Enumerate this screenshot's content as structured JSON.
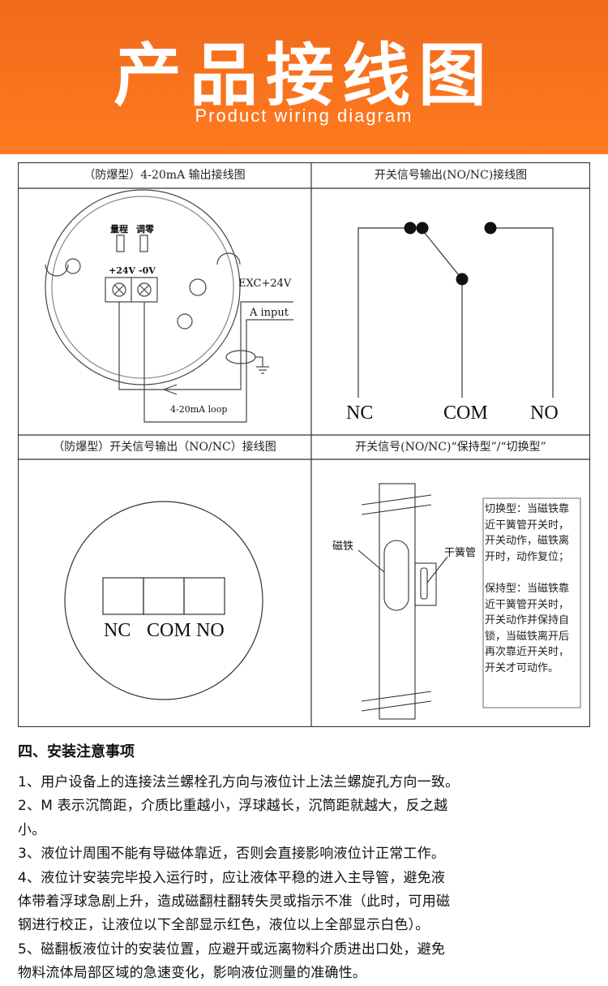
{
  "banner": {
    "title": "产品接线图",
    "subtitle": "Product wiring diagram",
    "color": "#f4701f"
  },
  "panels": [
    {
      "title": "（防爆型）4-20mA 输出接线图",
      "labels": {
        "range": "量程",
        "zero": "调零",
        "plus24": "+24V",
        "minus0": "-0V",
        "exc": "EXC+24V",
        "input": "A input",
        "loop": "4-20mA loop"
      }
    },
    {
      "title": "开关信号输出(NO/NC)接线图",
      "labels": {
        "nc": "NC",
        "com": "COM",
        "no": "NO"
      }
    },
    {
      "title": "（防爆型）开关信号输出（NO/NC）接线图",
      "labels": {
        "nc": "NC",
        "com": "COM",
        "no": "NO"
      }
    },
    {
      "title": "开关信号(NO/NC)“保持型”/“切换型”",
      "labels": {
        "magnet": "磁铁",
        "reed": "干簧管",
        "note_lines": [
          "切换型：当磁铁靠",
          "近干簧管开关时，",
          "开关动作，磁铁离",
          "开时，动作复位；",
          "",
          "保持型：当磁铁靠",
          "近干簧管开关时，",
          "开关动作并保持自",
          "锁，当磁铁离开后",
          "再次靠近开关时，",
          "开关才可动作。"
        ]
      }
    }
  ],
  "notes": {
    "title": "四、安装注意事项",
    "items": [
      "1、用户设备上的连接法兰螺栓孔方向与液位计上法兰螺旋孔方向一致。",
      "2、M 表示沉筒距，介质比重越小，浮球越长，沉筒距就越大，反之越",
      "小。",
      "3、液位计周围不能有导磁体靠近，否则会直接影响液位计正常工作。",
      "4、液位计安装完毕投入运行时，应让液体平稳的进入主导管，避免液",
      "体带着浮球急剧上升，造成磁翻柱翻转失灵或指示不准（此时，可用磁",
      "钢进行校正，让液位以下全部显示红色，液位以上全部显示白色）。",
      "5、磁翻板液位计的安装位置，应避开或远离物料介质进出口处，避免",
      "物料流体局部区域的急速变化，影响液位测量的准确性。"
    ]
  }
}
